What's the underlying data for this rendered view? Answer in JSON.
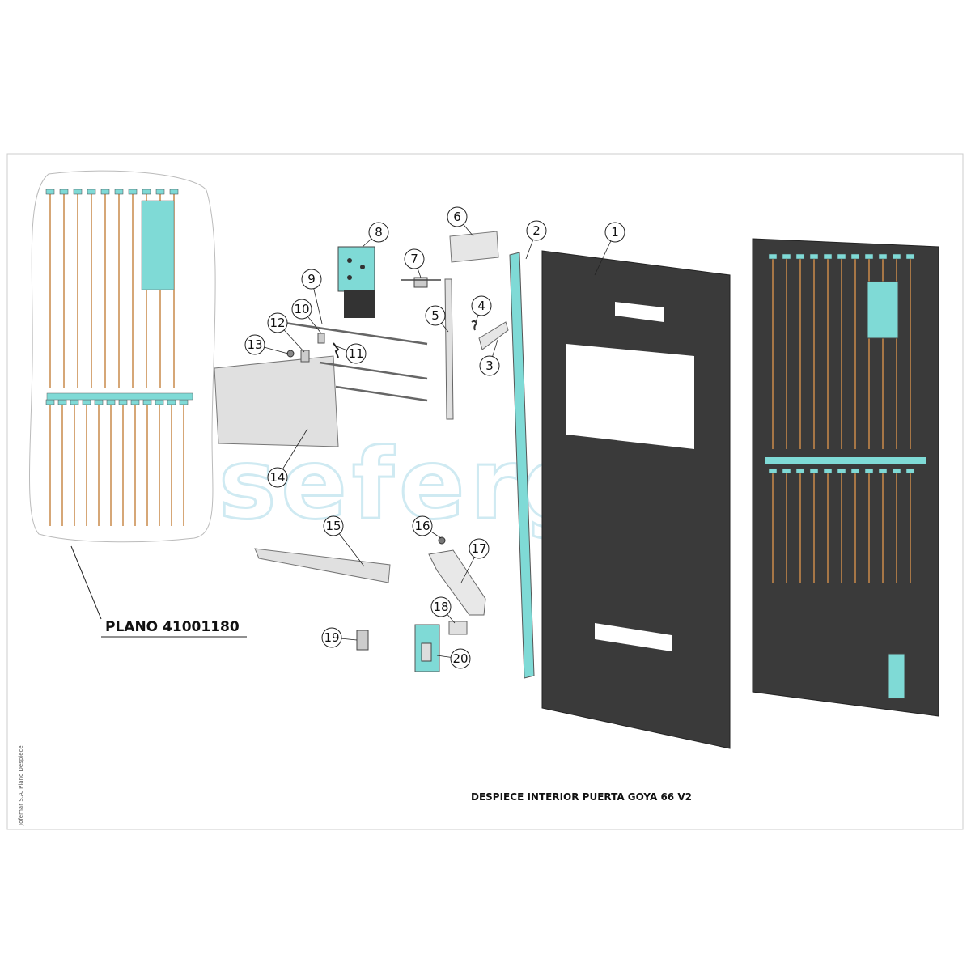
{
  "sheet": {
    "title": "DESPIECE INTERIOR PUERTA GOYA 66 V2",
    "plano_reference": "PLANO 41001180",
    "side_note": "Jofemar S.A. Plano Despiece",
    "watermark": "sefergu"
  },
  "callouts": [
    {
      "number": "1",
      "part": "door-panel"
    },
    {
      "number": "2",
      "part": "vertical-bar"
    },
    {
      "number": "3",
      "part": "small-bracket"
    },
    {
      "number": "4",
      "part": "spring"
    },
    {
      "number": "5",
      "part": "lock-rod"
    },
    {
      "number": "6",
      "part": "plate"
    },
    {
      "number": "7",
      "part": "latch"
    },
    {
      "number": "8",
      "part": "coin-mechanism"
    },
    {
      "number": "9",
      "part": "rod"
    },
    {
      "number": "10",
      "part": "clip"
    },
    {
      "number": "11",
      "part": "screw"
    },
    {
      "number": "12",
      "part": "small-bracket"
    },
    {
      "number": "13",
      "part": "nut"
    },
    {
      "number": "14",
      "part": "mounting-plate"
    },
    {
      "number": "15",
      "part": "angle-profile"
    },
    {
      "number": "16",
      "part": "nut"
    },
    {
      "number": "17",
      "part": "support-bracket"
    },
    {
      "number": "18",
      "part": "hinge-bracket"
    },
    {
      "number": "19",
      "part": "cylinder-lock"
    },
    {
      "number": "20",
      "part": "lock-housing"
    }
  ],
  "colors": {
    "panel": "#3a3a3a",
    "accent": "#7fdad6",
    "copper": "#c98a4a",
    "metal": "#d9d9d9",
    "frame": "#cccccc"
  }
}
